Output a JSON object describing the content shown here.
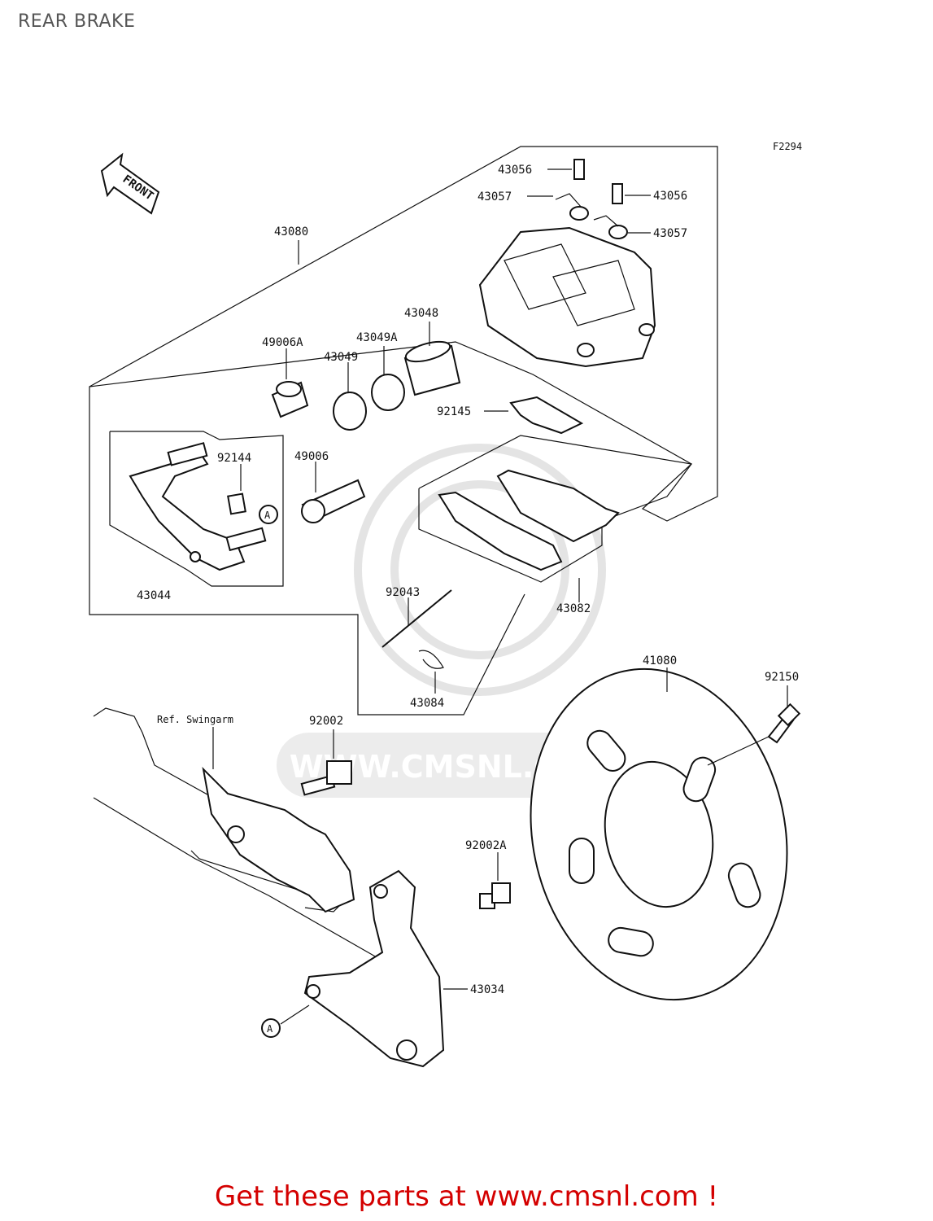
{
  "page_title": "REAR BRAKE",
  "figure_code": "F2294",
  "front_marker": "FRONT",
  "ref_swingarm": "Ref. Swingarm",
  "ref_marker": "A",
  "watermark": "WWW.CMSNL.COM",
  "footer": "Get these parts at www.cmsnl.com !",
  "parts": {
    "p43056a": "43056",
    "p43056b": "43056",
    "p43057a": "43057",
    "p43057b": "43057",
    "p43080": "43080",
    "p43048": "43048",
    "p43049a": "43049A",
    "p43049": "43049",
    "p49006a": "49006A",
    "p92145": "92145",
    "p92144": "92144",
    "p49006": "49006",
    "p43044": "43044",
    "p92043": "92043",
    "p43082": "43082",
    "p43084": "43084",
    "p41080": "41080",
    "p92150": "92150",
    "p92002": "92002",
    "p92002a": "92002A",
    "p43034": "43034"
  },
  "colors": {
    "footer": "#d40000",
    "title": "#555555",
    "ink": "#111111"
  }
}
